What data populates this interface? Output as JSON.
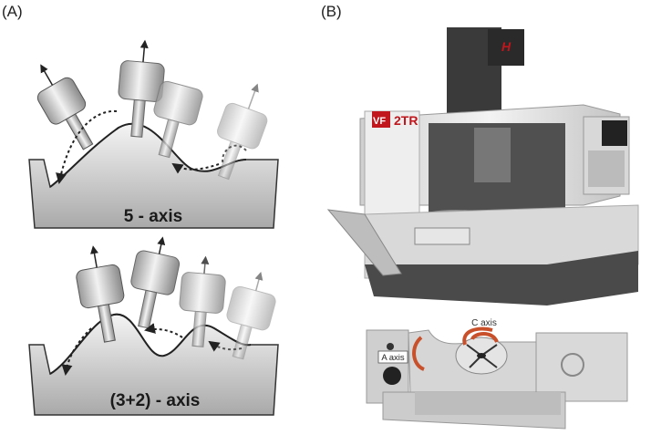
{
  "panels": {
    "a": {
      "label": "(A)",
      "top_caption": "5 - axis",
      "bottom_caption": "(3+2) - axis"
    },
    "b": {
      "label": "(B)",
      "machine_logo": "VF 2TR",
      "c_axis_label": "C axis",
      "a_axis_label": "A axis"
    }
  },
  "colors": {
    "tool_gray": "#d6d6d6",
    "rotation_arrow": "#c8502a",
    "machine_body": "#e9e9e9",
    "machine_base": "#4a4a4a",
    "brand_red": "#c0161c"
  }
}
